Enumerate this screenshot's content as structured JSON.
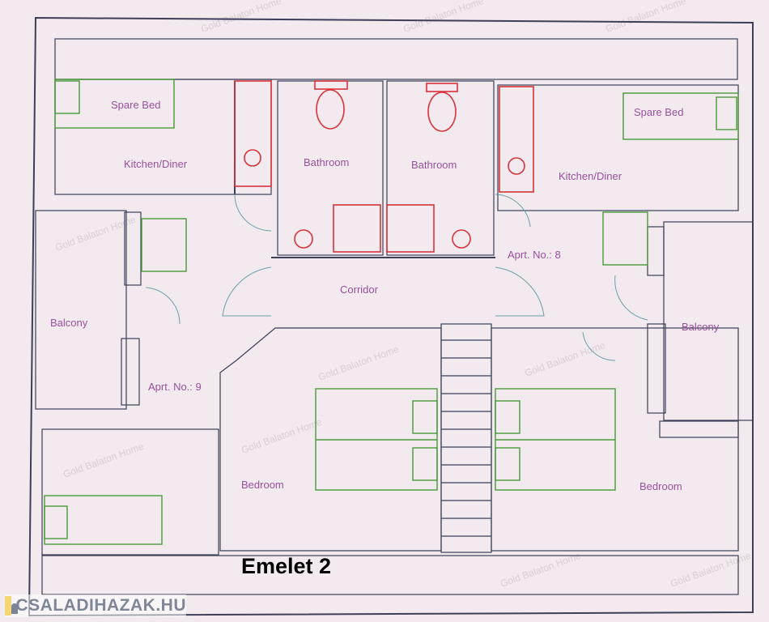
{
  "plan": {
    "title": "Emelet 2",
    "watermark": "Gold Balaton Home",
    "labels": {
      "spare_bed_left": "Spare Bed",
      "kitchen_left": "Kitchen/Diner",
      "bathroom_left": "Bathroom",
      "bathroom_right": "Bathroom",
      "kitchen_right": "Kitchen/Diner",
      "spare_bed_right": "Spare Bed",
      "corridor": "Corridor",
      "apartment_8": "Aprt. No.: 8",
      "apartment_9": "Aprt. No.: 9",
      "balcony_left": "Balcony",
      "balcony_right": "Balcony",
      "bedroom_left": "Bedroom",
      "bedroom_right": "Bedroom"
    }
  },
  "logo": {
    "text": "CSALADIHAZAK.HU"
  },
  "colors": {
    "walls": "#3b3f58",
    "labels": "#9a4f9e",
    "furniture": "#4a9a3a",
    "sanitary": "#d8323a"
  }
}
